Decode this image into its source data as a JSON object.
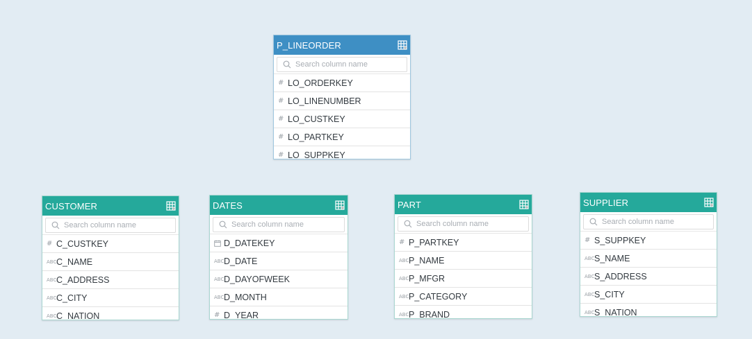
{
  "colors": {
    "canvas_bg": "#e2ecf3",
    "fact_header": "#3e8fc4",
    "dim_header": "#25a99b"
  },
  "search_placeholder": "Search column name",
  "tables": [
    {
      "name": "P_LINEORDER",
      "role": "fact",
      "columns": [
        {
          "name": "LO_ORDERKEY",
          "type": "number"
        },
        {
          "name": "LO_LINENUMBER",
          "type": "number"
        },
        {
          "name": "LO_CUSTKEY",
          "type": "number"
        },
        {
          "name": "LO_PARTKEY",
          "type": "number"
        },
        {
          "name": "LO_SUPPKEY",
          "type": "number"
        }
      ]
    },
    {
      "name": "CUSTOMER",
      "role": "dimension",
      "columns": [
        {
          "name": "C_CUSTKEY",
          "type": "number"
        },
        {
          "name": "C_NAME",
          "type": "string"
        },
        {
          "name": "C_ADDRESS",
          "type": "string"
        },
        {
          "name": "C_CITY",
          "type": "string"
        },
        {
          "name": "C_NATION",
          "type": "string"
        }
      ]
    },
    {
      "name": "DATES",
      "role": "dimension",
      "columns": [
        {
          "name": "D_DATEKEY",
          "type": "date"
        },
        {
          "name": "D_DATE",
          "type": "string"
        },
        {
          "name": "D_DAYOFWEEK",
          "type": "string"
        },
        {
          "name": "D_MONTH",
          "type": "string"
        },
        {
          "name": "D_YEAR",
          "type": "number"
        }
      ]
    },
    {
      "name": "PART",
      "role": "dimension",
      "columns": [
        {
          "name": "P_PARTKEY",
          "type": "number"
        },
        {
          "name": "P_NAME",
          "type": "string"
        },
        {
          "name": "P_MFGR",
          "type": "string"
        },
        {
          "name": "P_CATEGORY",
          "type": "string"
        },
        {
          "name": "P_BRAND",
          "type": "string"
        }
      ]
    },
    {
      "name": "SUPPLIER",
      "role": "dimension",
      "columns": [
        {
          "name": "S_SUPPKEY",
          "type": "number"
        },
        {
          "name": "S_NAME",
          "type": "string"
        },
        {
          "name": "S_ADDRESS",
          "type": "string"
        },
        {
          "name": "S_CITY",
          "type": "string"
        },
        {
          "name": "S_NATION",
          "type": "string"
        }
      ]
    }
  ]
}
